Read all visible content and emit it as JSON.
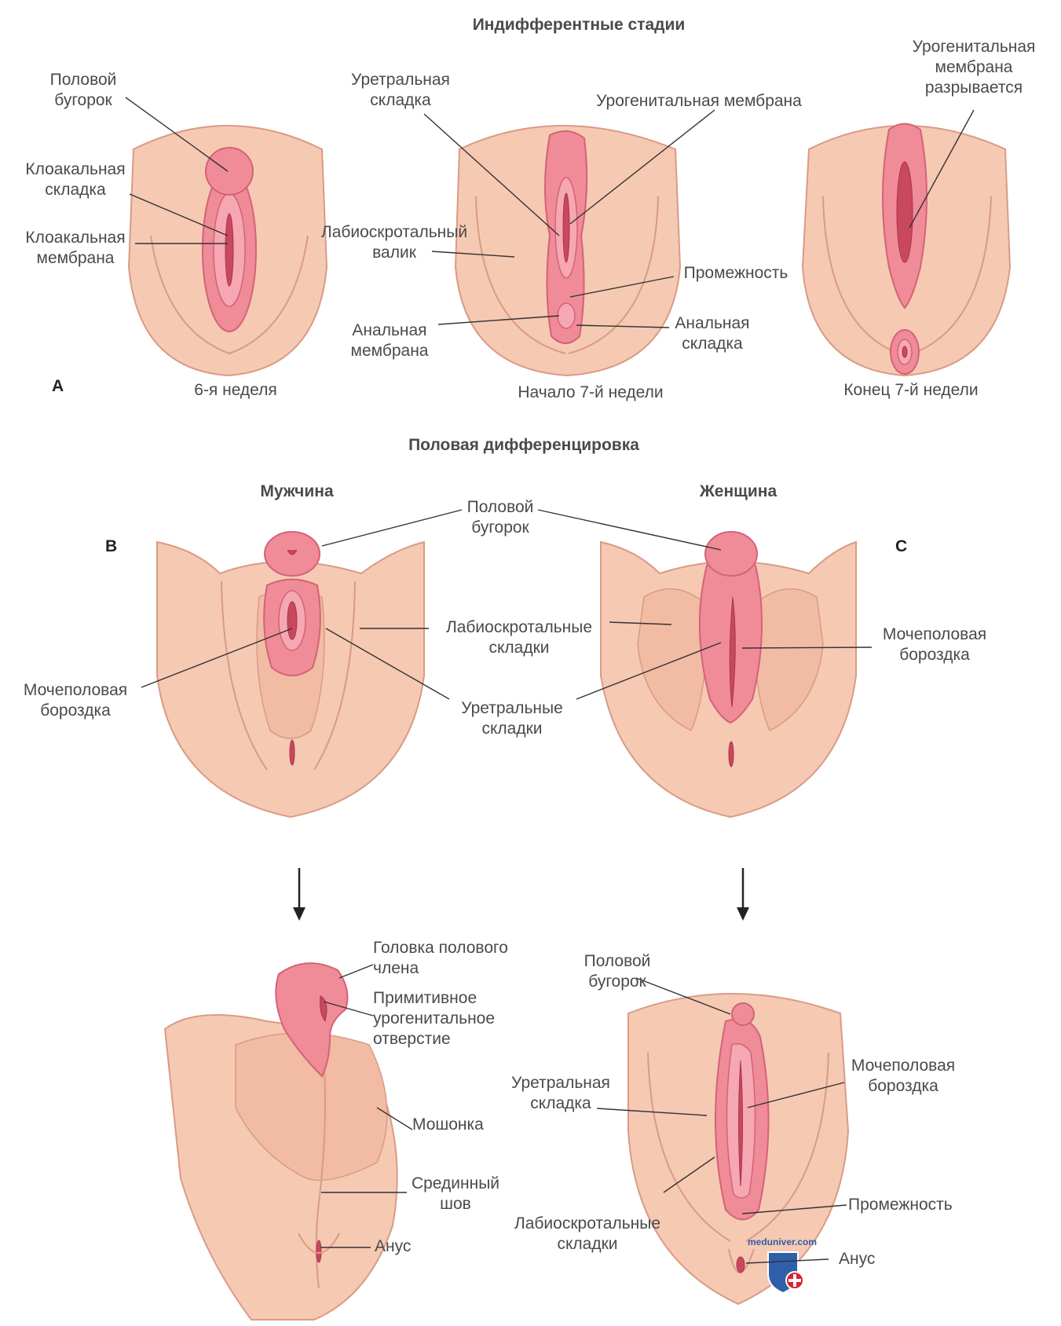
{
  "headers": {
    "indifferent": "Индифферентные стадии",
    "differentiation": "Половая дифференцировка",
    "male": "Мужчина",
    "female": "Женщина"
  },
  "panel_letters": {
    "a": "A",
    "b": "B",
    "c": "C"
  },
  "stages": {
    "week6": "6-я неделя",
    "week7_start": "Начало 7-й недели",
    "week7_end": "Конец 7-й недели"
  },
  "labels": {
    "a1_genital_tubercle": [
      "Половой",
      "бугорок"
    ],
    "a1_cloacal_fold": [
      "Клоакальная",
      "складка"
    ],
    "a1_cloacal_membrane": [
      "Клоакальная",
      "мембрана"
    ],
    "a2_urethral_fold": [
      "Уретральная",
      "складка"
    ],
    "a2_urogenital_membrane": [
      "Урогенитальная мембрана"
    ],
    "a2_labioscrotal_swelling": [
      "Лабиоскротальный",
      "валик"
    ],
    "a2_perineum": [
      "Промежность"
    ],
    "a2_anal_membrane": [
      "Анальная",
      "мембрана"
    ],
    "a2_anal_fold": [
      "Анальная",
      "складка"
    ],
    "a3_membrane_ruptures": [
      "Урогенитальная",
      "мембрана",
      "разрывается"
    ],
    "bc_genital_tubercle": [
      "Половой",
      "бугорок"
    ],
    "bc_labioscrotal_folds": [
      "Лабиоскротальные",
      "складки"
    ],
    "b_urogenital_groove": [
      "Мочеполовая",
      "бороздка"
    ],
    "bc_urethral_folds": [
      "Уретральные",
      "складки"
    ],
    "c_urogenital_groove": [
      "Мочеполовая",
      "бороздка"
    ],
    "m_glans": [
      "Головка полового",
      "члена"
    ],
    "m_primitive_opening": [
      "Примитивное",
      "урогенитальное",
      "отверстие"
    ],
    "m_scrotum": [
      "Мошонка"
    ],
    "m_median_raphe": [
      "Срединный",
      "шов"
    ],
    "m_anus": [
      "Анус"
    ],
    "f_genital_tubercle": [
      "Половой",
      "бугорок"
    ],
    "f_urogenital_groove": [
      "Мочеполовая",
      "бороздка"
    ],
    "f_urethral_fold": [
      "Уретральная",
      "складка"
    ],
    "f_perineum": [
      "Промежность"
    ],
    "f_labioscrotal_folds": [
      "Лабиоскротальные",
      "складки"
    ],
    "f_anus": [
      "Анус"
    ]
  },
  "watermark": {
    "text": "meduniver.com"
  },
  "colors": {
    "skin": "#f6c9b3",
    "tissue_pink": "#f08b98",
    "text": "#4a4a4a",
    "watermark_shield": "#2f5fa8",
    "watermark_cross": "#d9232d"
  }
}
